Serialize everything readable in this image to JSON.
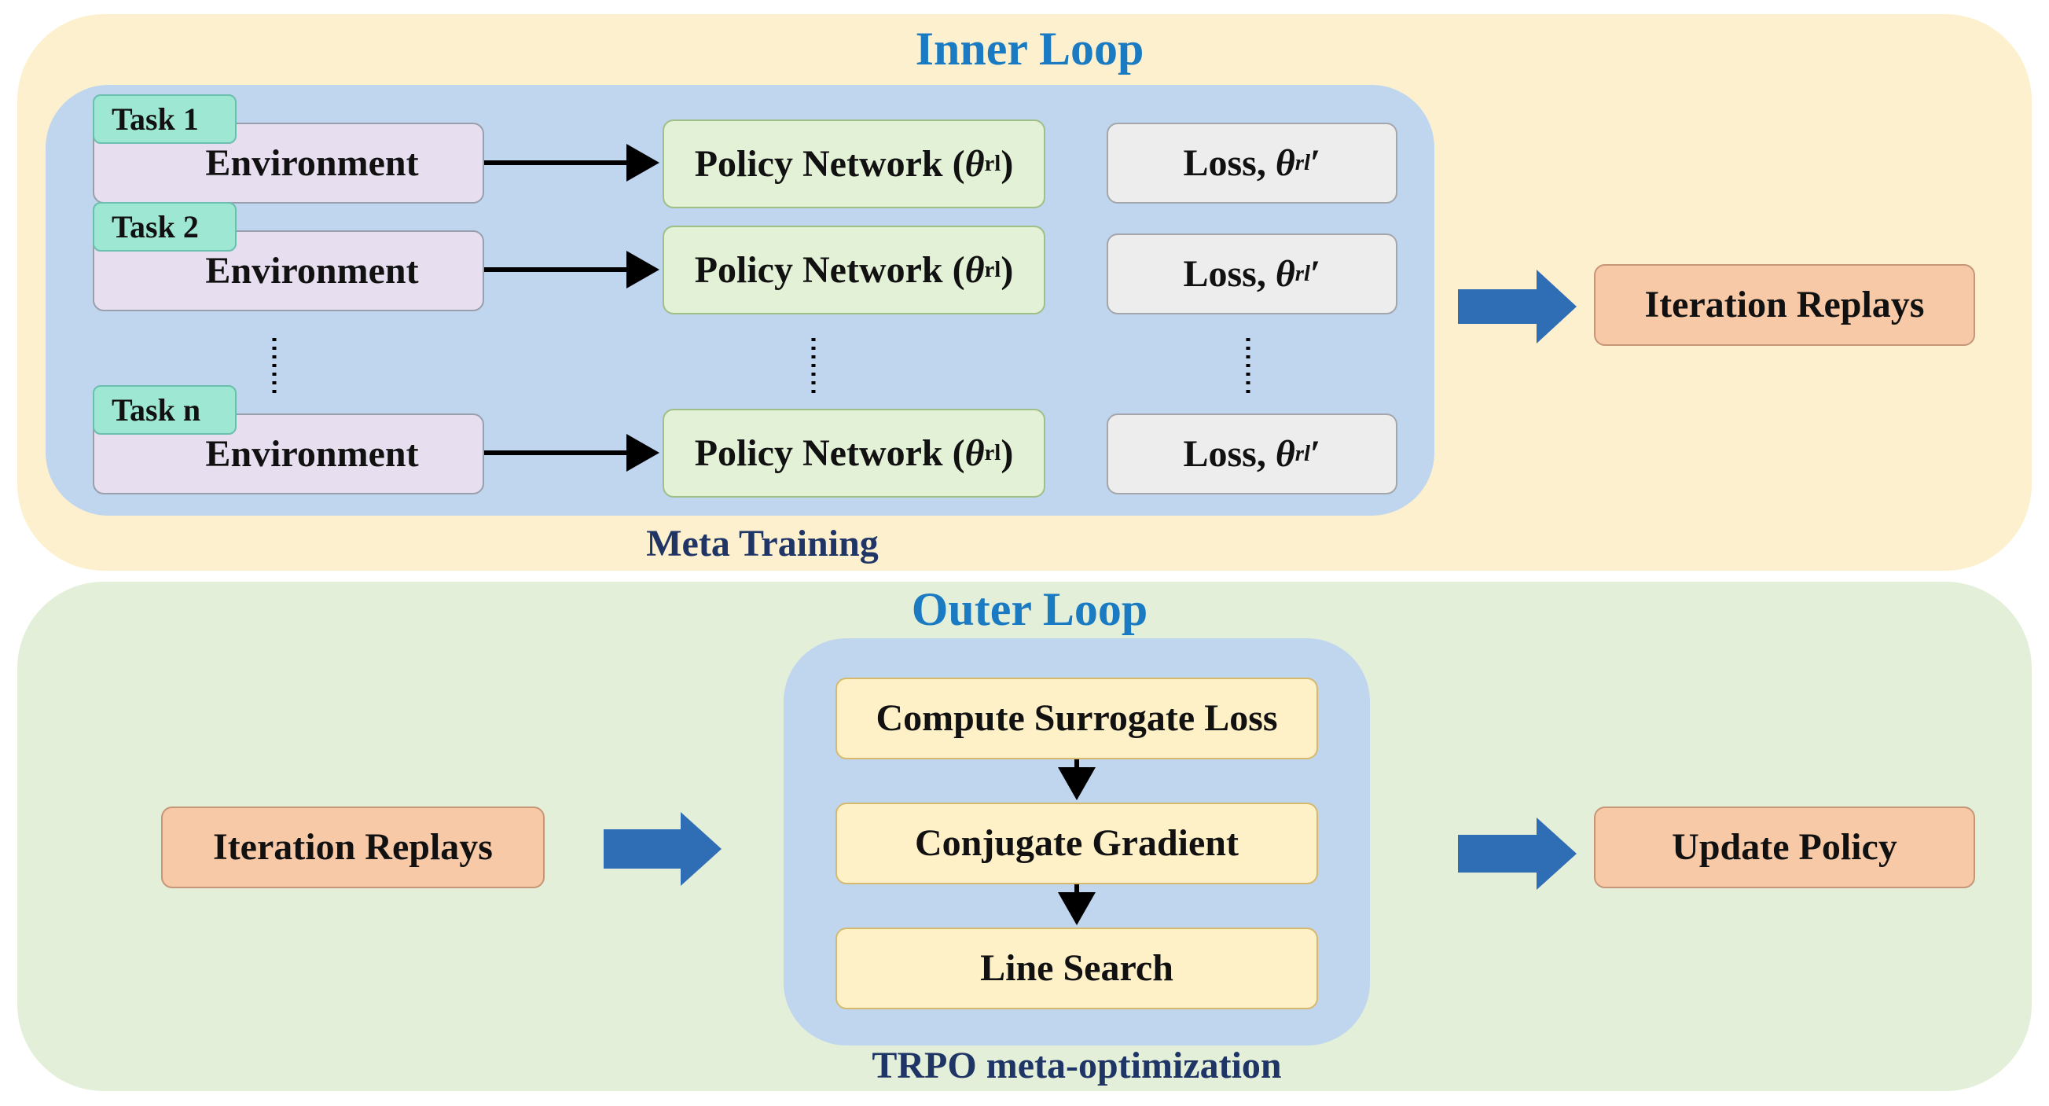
{
  "inner_loop": {
    "title": "Inner Loop",
    "region_label": "Meta Training",
    "environment_label": "Environment",
    "tasks": [
      {
        "task": "Task  1",
        "policy_text": "Policy Network (",
        "theta": "θ",
        "sub": "rl",
        "close": ")",
        "loss_text": "Loss, ",
        "loss_theta": "θ",
        "loss_sub": "rl",
        "prime": "′"
      },
      {
        "task": "Task  2",
        "policy_text": "Policy Network (",
        "theta": "θ",
        "sub": "rl",
        "close": ")",
        "loss_text": "Loss, ",
        "loss_theta": "θ",
        "loss_sub": "rl",
        "prime": "′"
      },
      {
        "task": "Task  n",
        "policy_text": "Policy Network (",
        "theta": "θ",
        "sub": "rl",
        "close": ")",
        "loss_text": "Loss, ",
        "loss_theta": "θ",
        "loss_sub": "rl",
        "prime": "′"
      }
    ],
    "output": "Iteration Replays"
  },
  "outer_loop": {
    "title": "Outer Loop",
    "input": "Iteration Replays",
    "region_label": "TRPO meta-optimization",
    "steps": [
      "Compute Surrogate Loss",
      "Conjugate Gradient",
      "Line Search"
    ],
    "output": "Update Policy"
  },
  "colors": {
    "inner_bg": "#fdf0cf",
    "outer_bg": "#e4efd9",
    "blue_region": "#bfd6ee",
    "title_blue": "#1a7ac2",
    "label_navy": "#1f3566",
    "block_arrow": "#2f6eb5"
  }
}
